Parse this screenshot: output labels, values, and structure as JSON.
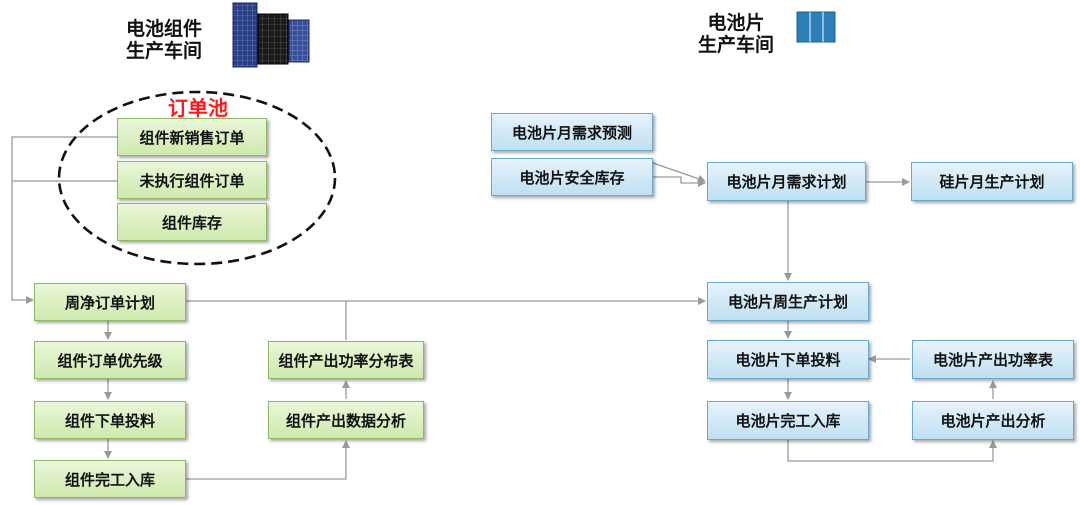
{
  "workshops": {
    "module": {
      "line1": "电池组件",
      "line2": "生产车间"
    },
    "cell": {
      "line1": "电池片",
      "line2": "生产车间"
    }
  },
  "order_pool": {
    "label": "订单池"
  },
  "boxes": {
    "new_sales_order": "组件新销售订单",
    "unexecuted_order": "未执行组件订单",
    "module_stock": "组件库存",
    "weekly_net_order_plan": "周净订单计划",
    "order_priority": "组件订单优先级",
    "module_release": "组件下单投料",
    "module_completion": "组件完工入库",
    "power_distribution": "组件产出功率分布表",
    "output_analysis": "组件产出数据分析",
    "cell_monthly_forecast": "电池片月需求预测",
    "cell_safety_stock": "电池片安全库存",
    "cell_monthly_plan": "电池片月需求计划",
    "wafer_monthly_plan": "硅片月生产计划",
    "cell_weekly_plan": "电池片周生产计划",
    "cell_release": "电池片下单投料",
    "cell_power_table": "电池片产出功率表",
    "cell_completion": "电池片完工入库",
    "cell_output_analysis": "电池片产出分析"
  },
  "colors": {
    "green_border": "#8fb765",
    "blue_border": "#6aa8cc",
    "pool_label": "#ff1a1a",
    "connector": "#9a9a9a"
  }
}
